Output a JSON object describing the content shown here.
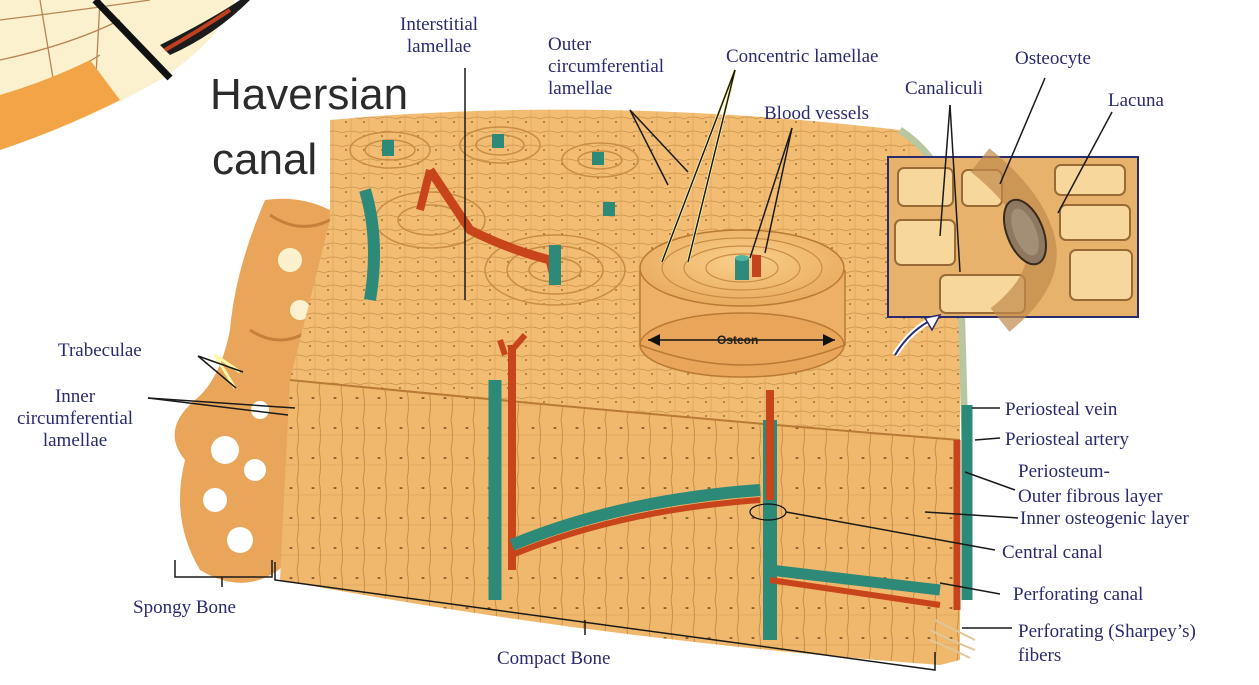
{
  "title_lines": [
    "Haversian",
    "canal"
  ],
  "labels": {
    "interstitial": "Interstitial\nlamellae",
    "outer_circ": "Outer\ncircumferential\nlamellae",
    "concentric": "Concentric lamellae",
    "blood_vessels": "Blood vessels",
    "canaliculi": "Canaliculi",
    "osteocyte": "Osteocyte",
    "lacuna": "Lacuna",
    "trabeculae": "Trabeculae",
    "inner_circ": "Inner\ncircumferential\nlamellae",
    "osteon": "Osteon",
    "periosteal_vein": "Periosteal vein",
    "periosteal_artery": "Periosteal artery",
    "periosteum": "Periosteum-\nOuter fibrous layer",
    "inner_osteogenic": "Inner osteogenic layer",
    "central_canal": "Central canal",
    "perforating_canal": "Perforating canal",
    "sharpeys": "Perforating (Sharpey’s)\nfibers",
    "spongy_bone": "Spongy Bone",
    "compact_bone": "Compact Bone"
  }
}
